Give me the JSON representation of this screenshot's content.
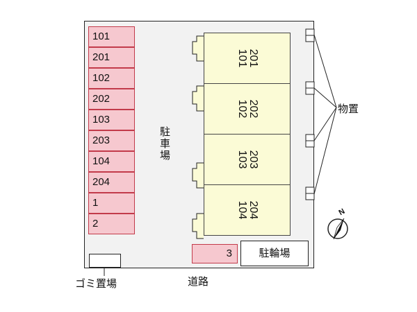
{
  "parking_slots": [
    "101",
    "201",
    "102",
    "202",
    "103",
    "203",
    "104",
    "204",
    "1",
    "2"
  ],
  "units": [
    {
      "upper": "201",
      "lower": "101"
    },
    {
      "upper": "202",
      "lower": "102"
    },
    {
      "upper": "203",
      "lower": "103"
    },
    {
      "upper": "204",
      "lower": "104"
    }
  ],
  "labels": {
    "parking": "駐車場",
    "storage": "物置",
    "bike_slot": "3",
    "bike_parking": "駐輪場",
    "garbage": "ゴミ置場",
    "road": "道路",
    "north": "N"
  },
  "colors": {
    "slot_fill": "#f6c8cf",
    "slot_border": "#c23a4a",
    "unit_fill": "#fbfbd6",
    "lot_fill": "#f2f2f2"
  }
}
